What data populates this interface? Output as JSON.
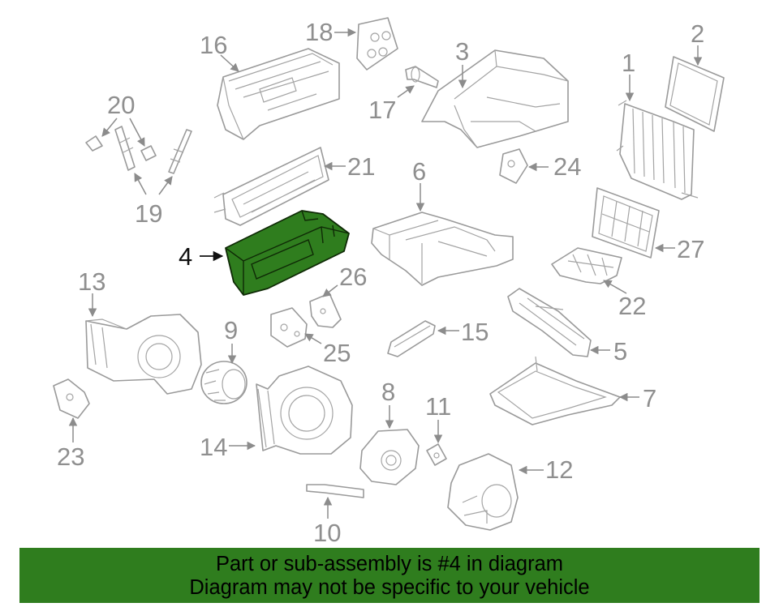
{
  "callouts": {
    "c1": "1",
    "c2": "2",
    "c3": "3",
    "c4": "4",
    "c5": "5",
    "c6": "6",
    "c7": "7",
    "c8": "8",
    "c9": "9",
    "c10": "10",
    "c11": "11",
    "c12": "12",
    "c13": "13",
    "c14": "14",
    "c15": "15",
    "c16": "16",
    "c17": "17",
    "c18": "18",
    "c19": "19",
    "c20": "20",
    "c21": "21",
    "c22": "22",
    "c23": "23",
    "c24": "24",
    "c25": "25",
    "c26": "26",
    "c27": "27"
  },
  "highlighted_part": "4",
  "colors": {
    "highlight": "#2f7d1e",
    "lines": "#9a9a9a",
    "labels": "#8f8f8f"
  },
  "footer": {
    "line1": "Part or sub-assembly is #4 in diagram",
    "line2": "Diagram may not be specific to your vehicle"
  }
}
